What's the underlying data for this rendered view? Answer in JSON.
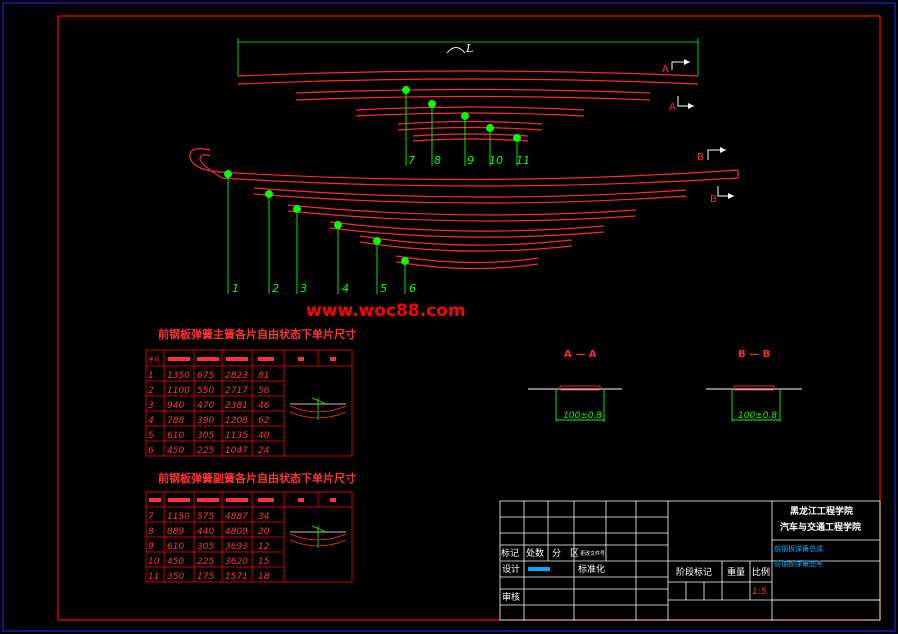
{
  "colors": {
    "background": "#000000",
    "border": "#ff0000",
    "outer_border": "#0000ff",
    "spring": "#ff2a2a",
    "leader": "#00ff00",
    "dot": "#00ff00",
    "table_line": "#ff0000",
    "table_text": "#ff3333",
    "header_text": "#ff3333",
    "section_mark": "#ff2a2a",
    "title_block": "#ffffff",
    "accent_cyan": "#00aaff",
    "watermark": "#ff0000",
    "dim_text": "#00ff00",
    "yellow_text": "#ffff00"
  },
  "top_spring": {
    "dim_label": "L",
    "section_mark": "A",
    "callouts": [
      "7",
      "8",
      "9",
      "10",
      "11"
    ]
  },
  "main_spring": {
    "section_mark": "B",
    "callouts": [
      "1",
      "2",
      "3",
      "4",
      "5",
      "6"
    ]
  },
  "watermark": "www.woc88.com",
  "section_a": {
    "label": "A — A",
    "dim": "100±0.8"
  },
  "section_b": {
    "label": "B — B",
    "dim": "100±0.8"
  },
  "table1": {
    "title": "前钢板弹簧主簧各片自由状态下单片尺寸",
    "headers": [
      "序号",
      "",
      "",
      "",
      "",
      "",
      ""
    ],
    "rows": [
      [
        "1",
        "1350",
        "675",
        "2823",
        "81"
      ],
      [
        "2",
        "1100",
        "550",
        "2717",
        "56"
      ],
      [
        "3",
        "940",
        "470",
        "2381",
        "46"
      ],
      [
        "4",
        "788",
        "390",
        "1208",
        "62"
      ],
      [
        "5",
        "610",
        "305",
        "1135",
        "40"
      ],
      [
        "6",
        "450",
        "225",
        "1047",
        "24"
      ]
    ]
  },
  "table2": {
    "title": "前钢板弹簧副簧各片自由状态下单片尺寸",
    "rows": [
      [
        "7",
        "1150",
        "575",
        "4887",
        "34"
      ],
      [
        "8",
        "889",
        "440",
        "4809",
        "20"
      ],
      [
        "9",
        "610",
        "305",
        "3693",
        "12"
      ],
      [
        "10",
        "450",
        "225",
        "3620",
        "15"
      ],
      [
        "11",
        "350",
        "175",
        "1571",
        "18"
      ]
    ]
  },
  "title_block": {
    "school": "黑龙江工程学院",
    "dept": "汽车与交通工程学院",
    "mark": "标记",
    "count": "处数",
    "zone": "分　区",
    "doc": "更改文件号",
    "design": "设计",
    "standard": "标准化",
    "review": "审核",
    "stage": "阶段标记",
    "weight": "重量",
    "scale_label": "比例",
    "scale": "1:5",
    "drawing_name": "前钢板弹簧总成",
    "drawing_no": "前钢板弹簧图号"
  }
}
